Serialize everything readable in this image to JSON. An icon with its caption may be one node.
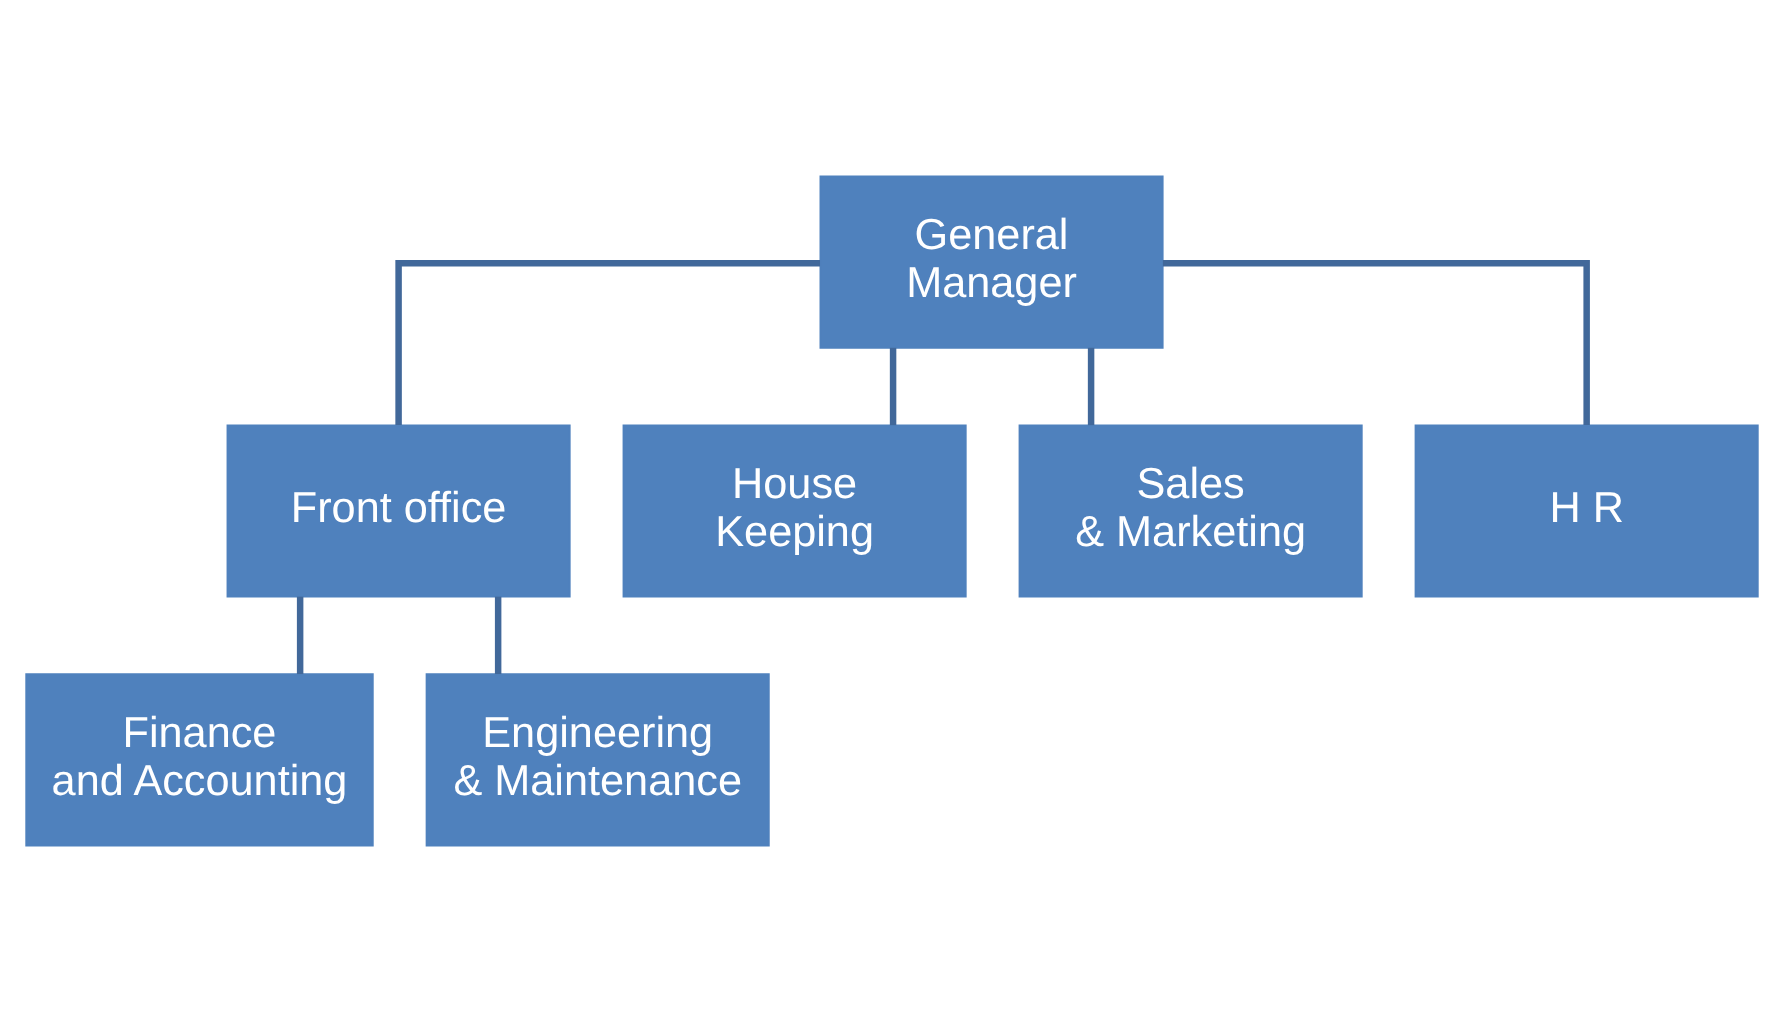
{
  "diagram": {
    "nodes": [
      {
        "text": [
          "General Manager"
        ]
      },
      {
        "text": [
          "Front office"
        ]
      },
      {
        "text": [
          "House Keeping"
        ]
      },
      {
        "text": [
          "Sales & Marketing"
        ]
      },
      {
        "text": [
          "H R"
        ]
      },
      {
        "text": [
          "Finance and Accounting"
        ]
      },
      {
        "text": [
          "Engineering & Maintenance"
        ]
      }
    ],
    "edges": [
      {
        "from": 0,
        "to": 1,
        "arrow": "none"
      },
      {
        "from": 0,
        "to": 2,
        "arrow": "none"
      },
      {
        "from": 0,
        "to": 3,
        "arrow": "none"
      },
      {
        "from": 0,
        "to": 4,
        "arrow": "none"
      },
      {
        "from": 1,
        "to": 5,
        "arrow": "none"
      },
      {
        "from": 1,
        "to": 6,
        "arrow": "none"
      }
    ]
  }
}
